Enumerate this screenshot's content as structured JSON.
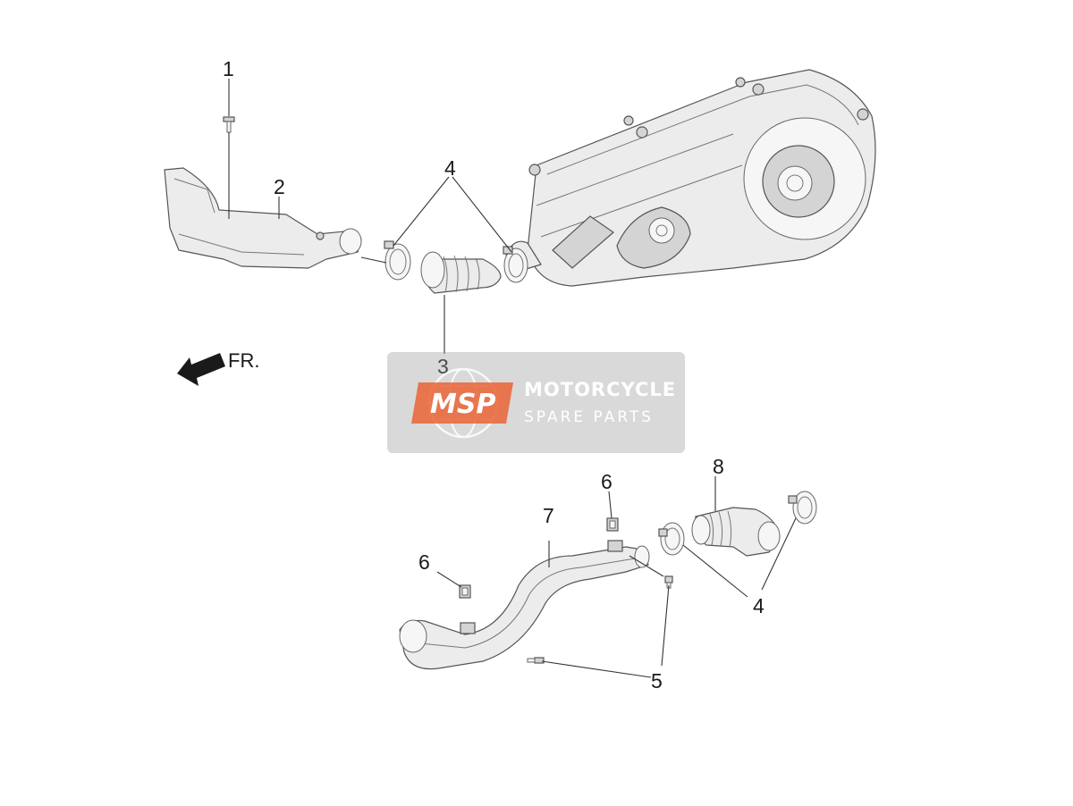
{
  "callouts": {
    "c1": "1",
    "c2": "2",
    "c3": "3",
    "c4a": "4",
    "c4b": "4",
    "c5": "5",
    "c6a": "6",
    "c6b": "6",
    "c7": "7",
    "c8": "8"
  },
  "direction": {
    "label": "FR."
  },
  "watermark": {
    "logo_text": "MSP",
    "line1": "MOTORCYCLE",
    "line2": "SPARE PARTS",
    "logo_color": "#e8663a"
  }
}
